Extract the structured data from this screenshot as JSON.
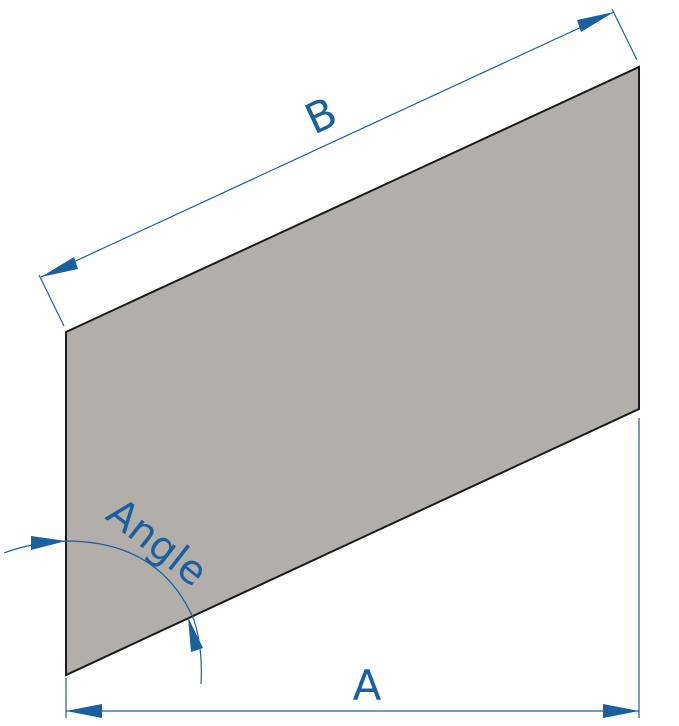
{
  "diagram": {
    "labels": {
      "a": "A",
      "b": "B",
      "angle": "Angle"
    },
    "colors": {
      "plate_fill": "#b2afab",
      "plate_edge": "#1b1b1b",
      "dimension": "#1a5fa0",
      "background": "#ffffff"
    }
  }
}
